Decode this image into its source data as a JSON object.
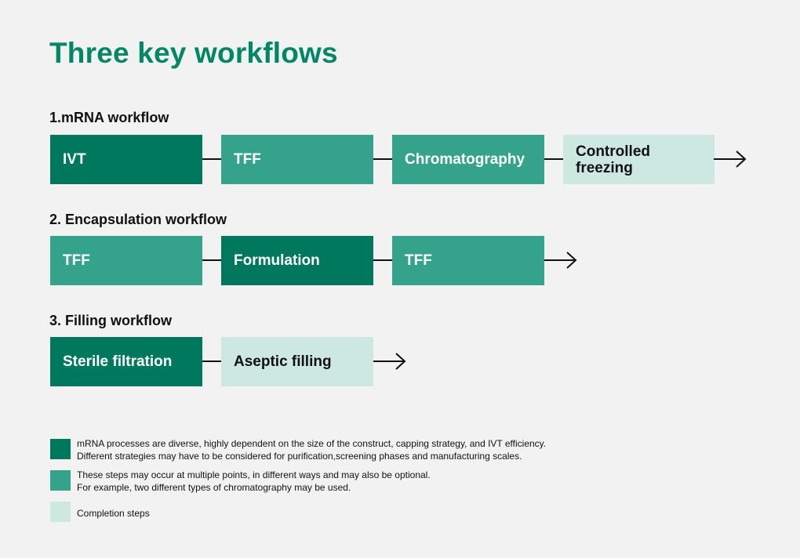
{
  "title": "Three key workflows",
  "colors": {
    "dark": "#00785e",
    "mid": "#35a38b",
    "light": "#cde7e1",
    "title": "#008766"
  },
  "workflows": [
    {
      "heading": "1.mRNA workflow",
      "steps": [
        {
          "label": "IVT",
          "shade": "dark"
        },
        {
          "label": "TFF",
          "shade": "mid"
        },
        {
          "label": "Chromatography",
          "shade": "mid"
        },
        {
          "label": "Controlled freezing",
          "shade": "light"
        }
      ]
    },
    {
      "heading": "2. Encapsulation workflow",
      "steps": [
        {
          "label": "TFF",
          "shade": "mid"
        },
        {
          "label": "Formulation",
          "shade": "dark"
        },
        {
          "label": "TFF",
          "shade": "mid"
        }
      ]
    },
    {
      "heading": "3. Filling workflow",
      "steps": [
        {
          "label": "Sterile filtration",
          "shade": "dark"
        },
        {
          "label": "Aseptic filling",
          "shade": "light"
        }
      ]
    }
  ],
  "legend": [
    {
      "shade": "dark",
      "lines": [
        "mRNA processes are diverse, highly dependent on the size of the construct, capping strategy, and IVT efficiency.",
        "Different strategies may have to be considered for purification,screening phases and manufacturing scales."
      ]
    },
    {
      "shade": "mid",
      "lines": [
        "These steps may occur at multiple points, in different ways and may also be optional.",
        "For example, two different types of  chromatography may be used."
      ]
    },
    {
      "shade": "light",
      "lines": [
        "Completion steps"
      ]
    }
  ],
  "icons": {
    "connector": "line-connector",
    "end": "arrow-right-icon"
  }
}
